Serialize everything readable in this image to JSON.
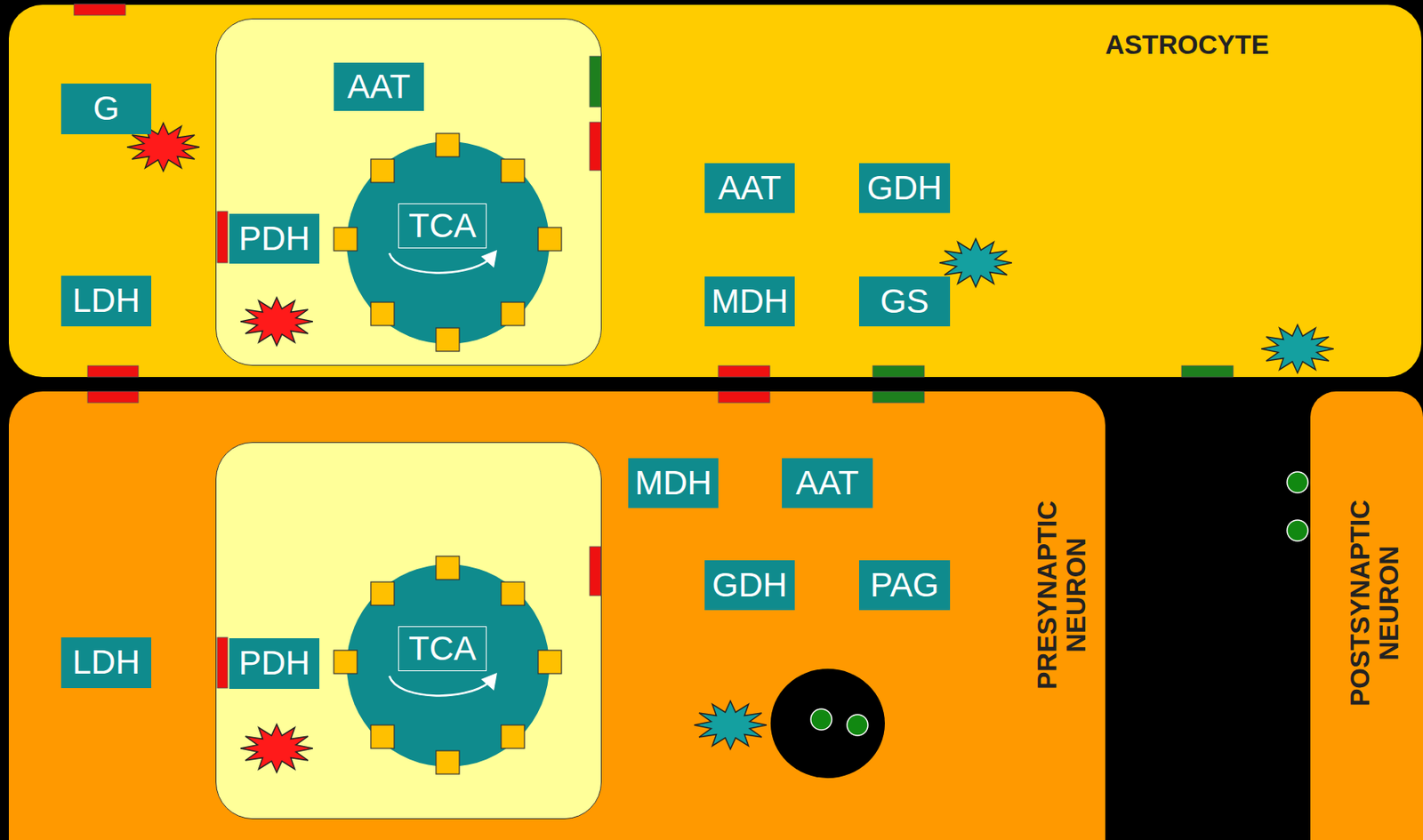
{
  "diagram": {
    "nodes": [
      {
        "text": [
          "ASTROCYTE"
        ]
      },
      {
        "text": [
          "G"
        ],
        "in": 0
      },
      {
        "text": [],
        "in": 0
      },
      {
        "text": [
          "AAT"
        ],
        "in": 2
      },
      {
        "text": [
          "PDH"
        ],
        "in": 2
      },
      {
        "text": [
          "TCA"
        ],
        "in": 2
      },
      {
        "text": [
          "LDH"
        ],
        "in": 0
      },
      {
        "text": [
          "AAT"
        ],
        "in": 0
      },
      {
        "text": [
          "GDH"
        ],
        "in": 0
      },
      {
        "text": [
          "MDH"
        ],
        "in": 0
      },
      {
        "text": [
          "GS"
        ],
        "in": 0
      },
      {
        "text": [
          "PRESYNAPTIC NEURON"
        ]
      },
      {
        "text": [],
        "in": 11
      },
      {
        "text": [
          "PDH"
        ],
        "in": 12
      },
      {
        "text": [
          "TCA"
        ],
        "in": 12
      },
      {
        "text": [
          "LDH"
        ],
        "in": 11
      },
      {
        "text": [
          "MDH"
        ],
        "in": 11
      },
      {
        "text": [
          "AAT"
        ],
        "in": 11
      },
      {
        "text": [
          "GDH"
        ],
        "in": 11
      },
      {
        "text": [
          "PAG"
        ],
        "in": 11
      },
      {
        "text": [
          "POSTSYNAPTIC NEURON"
        ]
      }
    ]
  }
}
